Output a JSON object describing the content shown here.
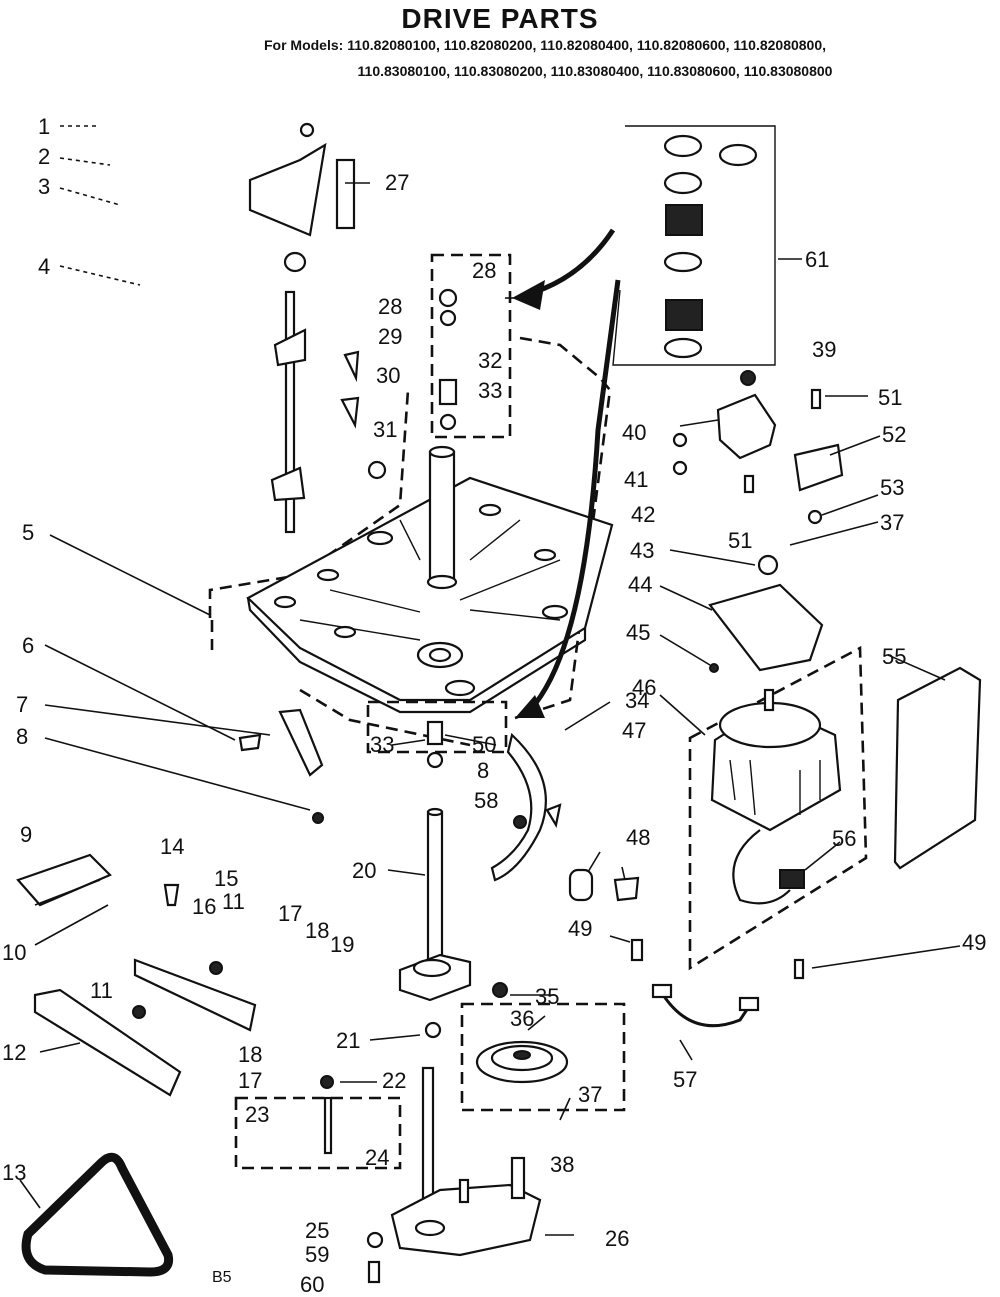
{
  "header": {
    "title": "DRIVE PARTS",
    "models_line1": "For Models: 110.82080100, 110.82080200, 110.82080400, 110.82080600, 110.82080800,",
    "models_line2": "110.83080100, 110.83080200, 110.83080400, 110.83080600, 110.83080800"
  },
  "callouts": {
    "c1": "1",
    "c2": "2",
    "c3": "3",
    "c4": "4",
    "c5": "5",
    "c6": "6",
    "c7": "7",
    "c8a": "8",
    "c8b": "8",
    "c9": "9",
    "c10": "10",
    "c11a": "11",
    "c11b": "11",
    "c12": "12",
    "c13": "13",
    "c14": "14",
    "c15": "15",
    "c16": "16",
    "c17a": "17",
    "c17b": "17",
    "c18a": "18",
    "c18b": "18",
    "c19": "19",
    "c20": "20",
    "c21": "21",
    "c22": "22",
    "c23": "23",
    "c24": "24",
    "c25": "25",
    "c26": "26",
    "c27": "27",
    "c28a": "28",
    "c28b": "28",
    "c29": "29",
    "c30": "30",
    "c31": "31",
    "c32": "32",
    "c33a": "33",
    "c33b": "33",
    "c34": "34",
    "c35": "35",
    "c36": "36",
    "c37a": "37",
    "c37b": "37",
    "c38": "38",
    "c39": "39",
    "c40": "40",
    "c41": "41",
    "c42": "42",
    "c43": "43",
    "c44": "44",
    "c45": "45",
    "c46": "46",
    "c47": "47",
    "c48": "48",
    "c49a": "49",
    "c49b": "49",
    "c50": "50",
    "c51a": "51",
    "c51b": "51",
    "c52": "52",
    "c53": "53",
    "c55": "55",
    "c56": "56",
    "c57": "57",
    "c58": "58",
    "c59": "59",
    "c60": "60",
    "c61": "61"
  },
  "footer": {
    "code": "B5"
  }
}
